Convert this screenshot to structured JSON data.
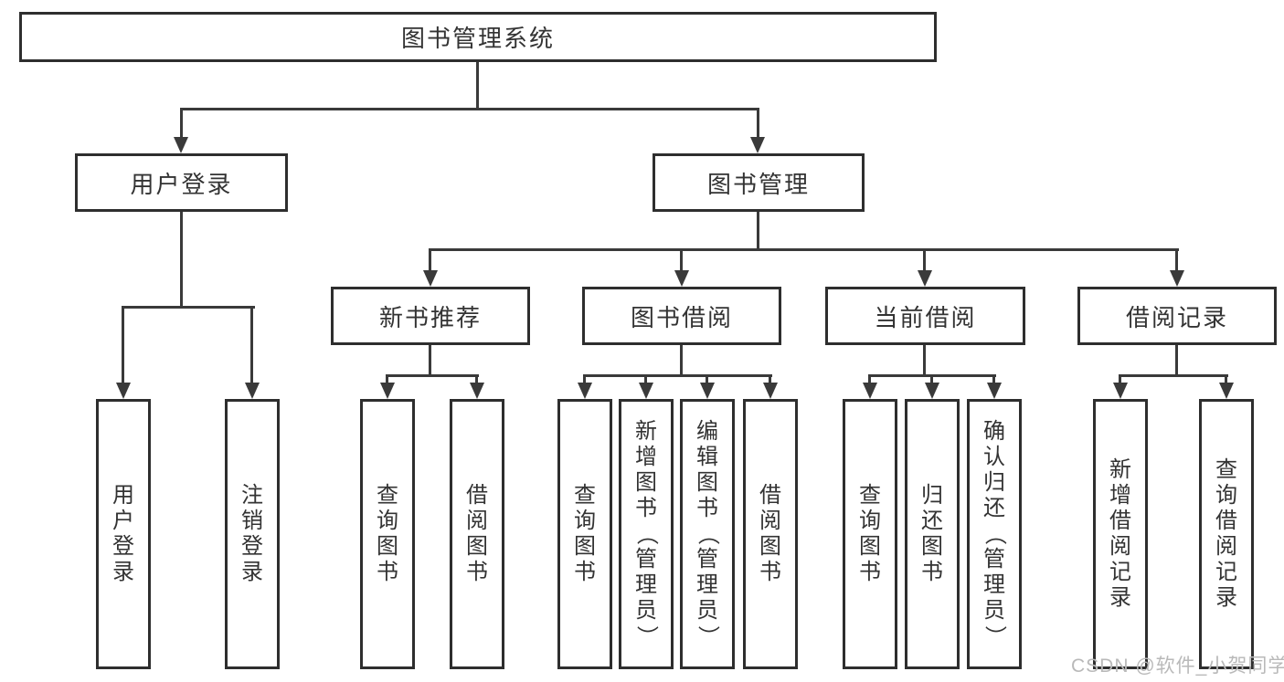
{
  "diagram": {
    "title": "图书管理系统",
    "nodes": {
      "root": "图书管理系统",
      "l2": [
        "用户登录",
        "图书管理"
      ],
      "l3": [
        "新书推荐",
        "图书借阅",
        "当前借阅",
        "借阅记录"
      ],
      "leaves": [
        "用户登录",
        "注销登录",
        "查询图书",
        "借阅图书",
        "查询图书",
        "新增图书（管理员）",
        "编辑图书（管理员）",
        "借阅图书",
        "查询图书",
        "归还图书",
        "确认归还（管理员）",
        "新增借阅记录",
        "查询借阅记录"
      ]
    },
    "watermark": "CSDN @软件_小贺同学",
    "colors": {
      "line": "#3a3a3a",
      "border": "#2e2e2e",
      "text": "#333333",
      "watermark": "#b9b9b9",
      "background": "#ffffff"
    }
  }
}
